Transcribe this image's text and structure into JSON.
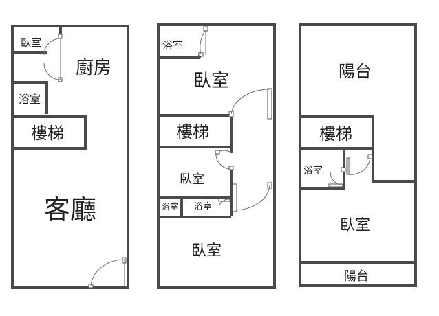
{
  "floors": [
    {
      "rooms": {
        "bedroom": "臥室",
        "kitchen": "廚房",
        "bathroom": "浴室",
        "stairs": "樓梯",
        "living_room": "客廳"
      }
    },
    {
      "rooms": {
        "bathroom_top": "浴室",
        "bedroom_top": "臥室",
        "stairs": "樓梯",
        "bedroom_mid": "臥室",
        "bathroom_left": "浴室",
        "bathroom_right": "浴室",
        "bedroom_bottom": "臥室"
      }
    },
    {
      "rooms": {
        "balcony_top": "陽台",
        "stairs": "樓梯",
        "bathroom": "浴室",
        "bedroom": "臥室",
        "balcony_bottom": "陽台"
      }
    }
  ]
}
